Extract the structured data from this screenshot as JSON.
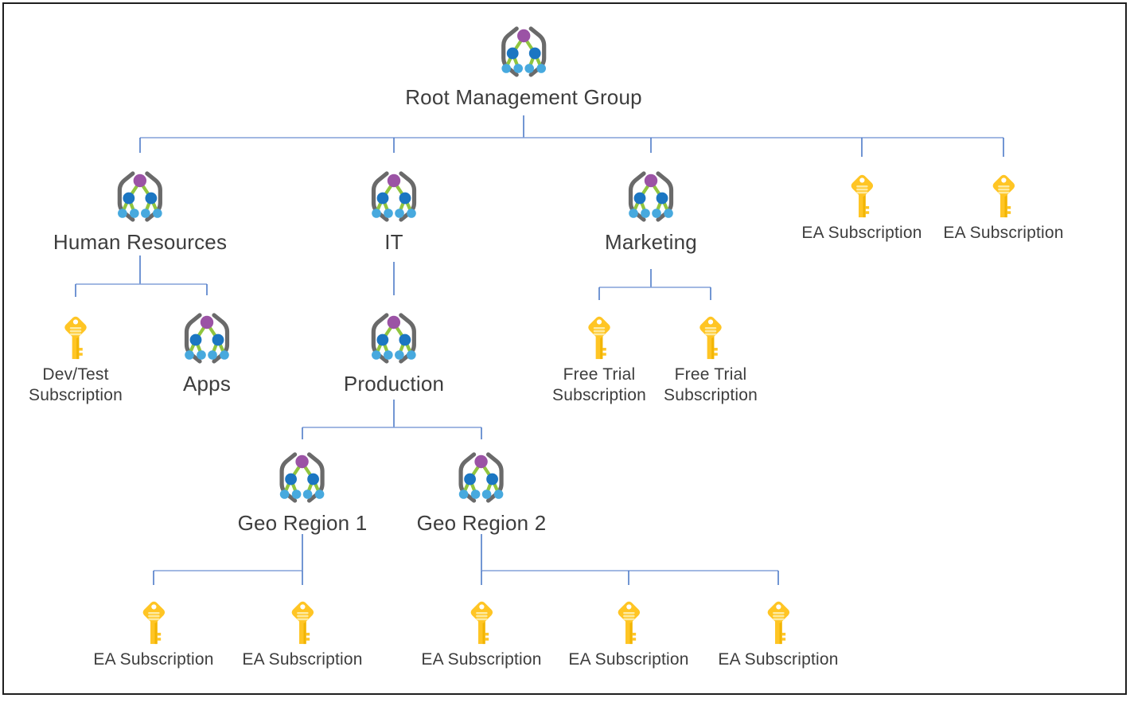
{
  "diagram": {
    "kind": "management-group-hierarchy-tree",
    "colors": {
      "connector_blue": "#4e7bc8",
      "arrowhead_blue": "#3d6ec0",
      "bracket_gray": "#6a6a6a",
      "group_root_purple": "#9b53a5",
      "group_mid_blue": "#1b76c2",
      "group_leaf_light_blue": "#47a9de",
      "group_branch_green": "#90c53f",
      "key_yellow": "#ffc524",
      "key_stripe_pale": "#fdeaa0",
      "label_text": "#3d3d3d",
      "page_border": "#1f1f1f"
    },
    "icons": {
      "management_group": "management-group-icon",
      "subscription": "subscription-key-icon"
    },
    "nodes": {
      "root": {
        "label": "Root Management Group",
        "type": "management_group",
        "parent": null
      },
      "hr": {
        "label": "Human Resources",
        "type": "management_group",
        "parent": "root"
      },
      "it": {
        "label": "IT",
        "type": "management_group",
        "parent": "root"
      },
      "marketing": {
        "label": "Marketing",
        "type": "management_group",
        "parent": "root"
      },
      "ea_root_1": {
        "label": "EA Subscription",
        "type": "subscription",
        "parent": "root"
      },
      "ea_root_2": {
        "label": "EA Subscription",
        "type": "subscription",
        "parent": "root"
      },
      "devtest": {
        "label": "Dev/Test Subscription",
        "type": "subscription",
        "parent": "hr"
      },
      "apps": {
        "label": "Apps",
        "type": "management_group",
        "parent": "hr"
      },
      "production": {
        "label": "Production",
        "type": "management_group",
        "parent": "it"
      },
      "freetrial_1": {
        "label": "Free Trial Subscription",
        "type": "subscription",
        "parent": "marketing"
      },
      "freetrial_2": {
        "label": "Free Trial Subscription",
        "type": "subscription",
        "parent": "marketing"
      },
      "geo1": {
        "label": "Geo Region 1",
        "type": "management_group",
        "parent": "production"
      },
      "geo2": {
        "label": "Geo Region 2",
        "type": "management_group",
        "parent": "production"
      },
      "ea_geo1_1": {
        "label": "EA Subscription",
        "type": "subscription",
        "parent": "geo1"
      },
      "ea_geo1_2": {
        "label": "EA Subscription",
        "type": "subscription",
        "parent": "geo1"
      },
      "ea_geo2_1": {
        "label": "EA Subscription",
        "type": "subscription",
        "parent": "geo2"
      },
      "ea_geo2_2": {
        "label": "EA Subscription",
        "type": "subscription",
        "parent": "geo2"
      },
      "ea_geo2_3": {
        "label": "EA Subscription",
        "type": "subscription",
        "parent": "geo2"
      }
    }
  }
}
